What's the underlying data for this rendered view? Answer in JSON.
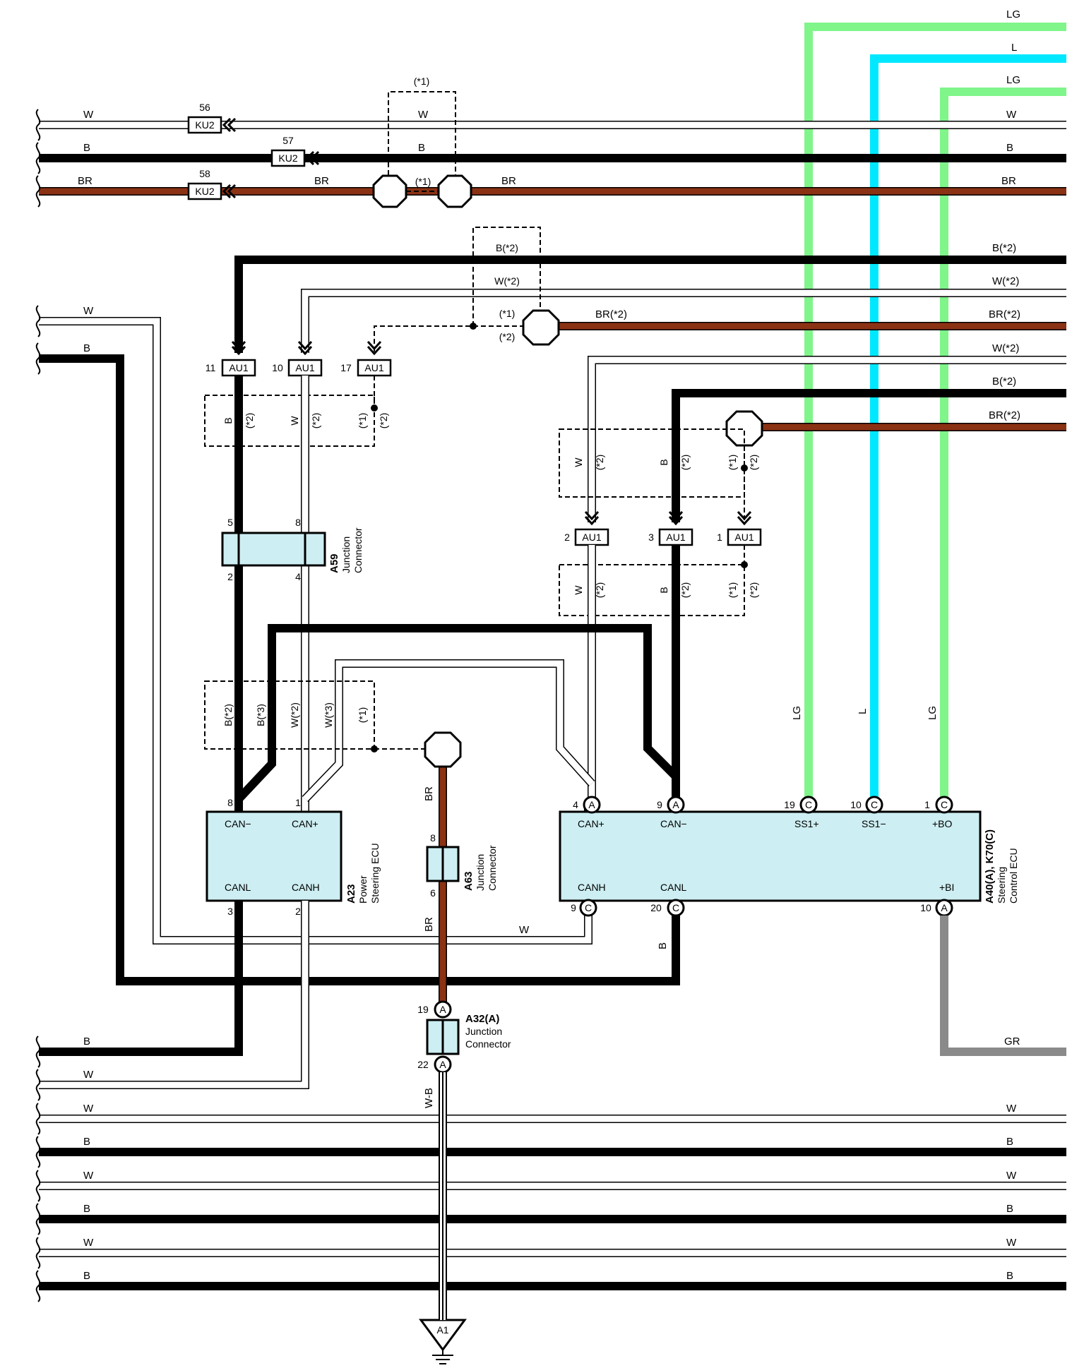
{
  "colors": {
    "B": "#000000",
    "W": "#ffffff",
    "BR": "#8b3214",
    "LG": "#7ff58a",
    "L": "#00e8ff",
    "GR": "#8a8a8a",
    "connector_fill": "#cdeef2"
  },
  "wire_labels": {
    "top_lg": "LG",
    "top_l": "L",
    "top_lg2": "LG",
    "w1_left": "W",
    "w1_mid": "W",
    "w1_right": "W",
    "b1_left": "B",
    "b1_mid": "B",
    "b1_right": "B",
    "br1_left": "BR",
    "br1_mid": "BR",
    "br1_mid2": "BR",
    "br1_right": "BR",
    "b2_right": "B(*2)",
    "w2_right": "W(*2)",
    "br2_right": "BR(*2)",
    "w3_right": "W(*2)",
    "b3_right": "B(*2)",
    "br3_right": "BR(*2)",
    "b_star2_box": "B(*2)",
    "w_star2_box": "W(*2)",
    "br_star2_mid": "BR(*2)",
    "star1_mid": "(*1)",
    "star2_mid": "(*2)",
    "left_w": "W",
    "left_b": "B",
    "lg_vert1": "LG",
    "l_vert": "L",
    "lg_vert2": "LG",
    "br_vert1": "BR",
    "br_vert2": "BR",
    "w_bottom_loop": "W",
    "b_bottom_loop": "B",
    "gr_label": "GR",
    "wb_label": "W-B",
    "bl1": "B",
    "wl1": "W",
    "bw1_l": "W",
    "bw1_r": "W",
    "bb1_l": "B",
    "bb1_r": "B",
    "bw2_l": "W",
    "bw2_r": "W",
    "bb2_l": "B",
    "bb2_r": "B",
    "bw3_l": "W",
    "bw3_r": "W",
    "bb3_l": "B",
    "bb3_r": "B"
  },
  "ku2": [
    {
      "num": "56",
      "label": "KU2"
    },
    {
      "num": "57",
      "label": "KU2"
    },
    {
      "num": "58",
      "label": "KU2"
    }
  ],
  "au1": [
    {
      "pin": "11",
      "label": "AU1"
    },
    {
      "pin": "10",
      "label": "AU1"
    },
    {
      "pin": "17",
      "label": "AU1"
    },
    {
      "pin": "2",
      "label": "AU1"
    },
    {
      "pin": "3",
      "label": "AU1"
    },
    {
      "pin": "1",
      "label": "AU1"
    }
  ],
  "dash_top_note": "(*1)",
  "dash_box1": {
    "b": "B",
    "b_n": "(*2)",
    "w": "W",
    "w_n": "(*2)",
    "n1": "(*1)",
    "n2": "(*2)"
  },
  "dash_box2": {
    "w": "W",
    "w_n": "(*2)",
    "b": "B",
    "b_n": "(*2)",
    "n1": "(*1)",
    "n2": "(*2)"
  },
  "dash_box3": {
    "w": "W",
    "w_n": "(*2)",
    "b": "B",
    "b_n": "(*2)",
    "n1": "(*1)",
    "n2": "(*2)"
  },
  "dash_box4": {
    "l1": "B(*2)",
    "l2": "B(*3)",
    "l3": "W(*2)",
    "l4": "W(*3)",
    "l5": "(*1)"
  },
  "a59": {
    "code": "A59",
    "desc1": "Junction",
    "desc2": "Connector",
    "p5": "5",
    "p8": "8",
    "p2": "2",
    "p4": "4"
  },
  "a63": {
    "code": "A63",
    "desc1": "Junction",
    "desc2": "Connector",
    "p8": "8",
    "p6": "6"
  },
  "a32": {
    "code": "A32(A)",
    "desc1": "Junction",
    "desc2": "Connector",
    "p19": "19",
    "p22": "22",
    "letter": "A"
  },
  "a23": {
    "code": "A23",
    "desc1": "Power",
    "desc2": "Steering ECU",
    "canm": "CAN−",
    "canp": "CAN+",
    "canl": "CANL",
    "canh": "CANH",
    "p8": "8",
    "p1": "1",
    "p3": "3",
    "p2": "2"
  },
  "a40": {
    "code": "A40(A), K70(C)",
    "desc1": "Steering",
    "desc2": "Control ECU",
    "canp": "CAN+",
    "canm": "CAN−",
    "ss1p": "SS1+",
    "ss1m": "SS1−",
    "bo": "+BO",
    "canh": "CANH",
    "canl": "CANL",
    "bi": "+BI",
    "p4": "4",
    "p9": "9",
    "p19": "19",
    "p10": "10",
    "p1": "1",
    "p9b": "9",
    "p20": "20",
    "p10b": "10",
    "lA": "A",
    "lC": "C"
  },
  "ground": {
    "label": "A1"
  }
}
